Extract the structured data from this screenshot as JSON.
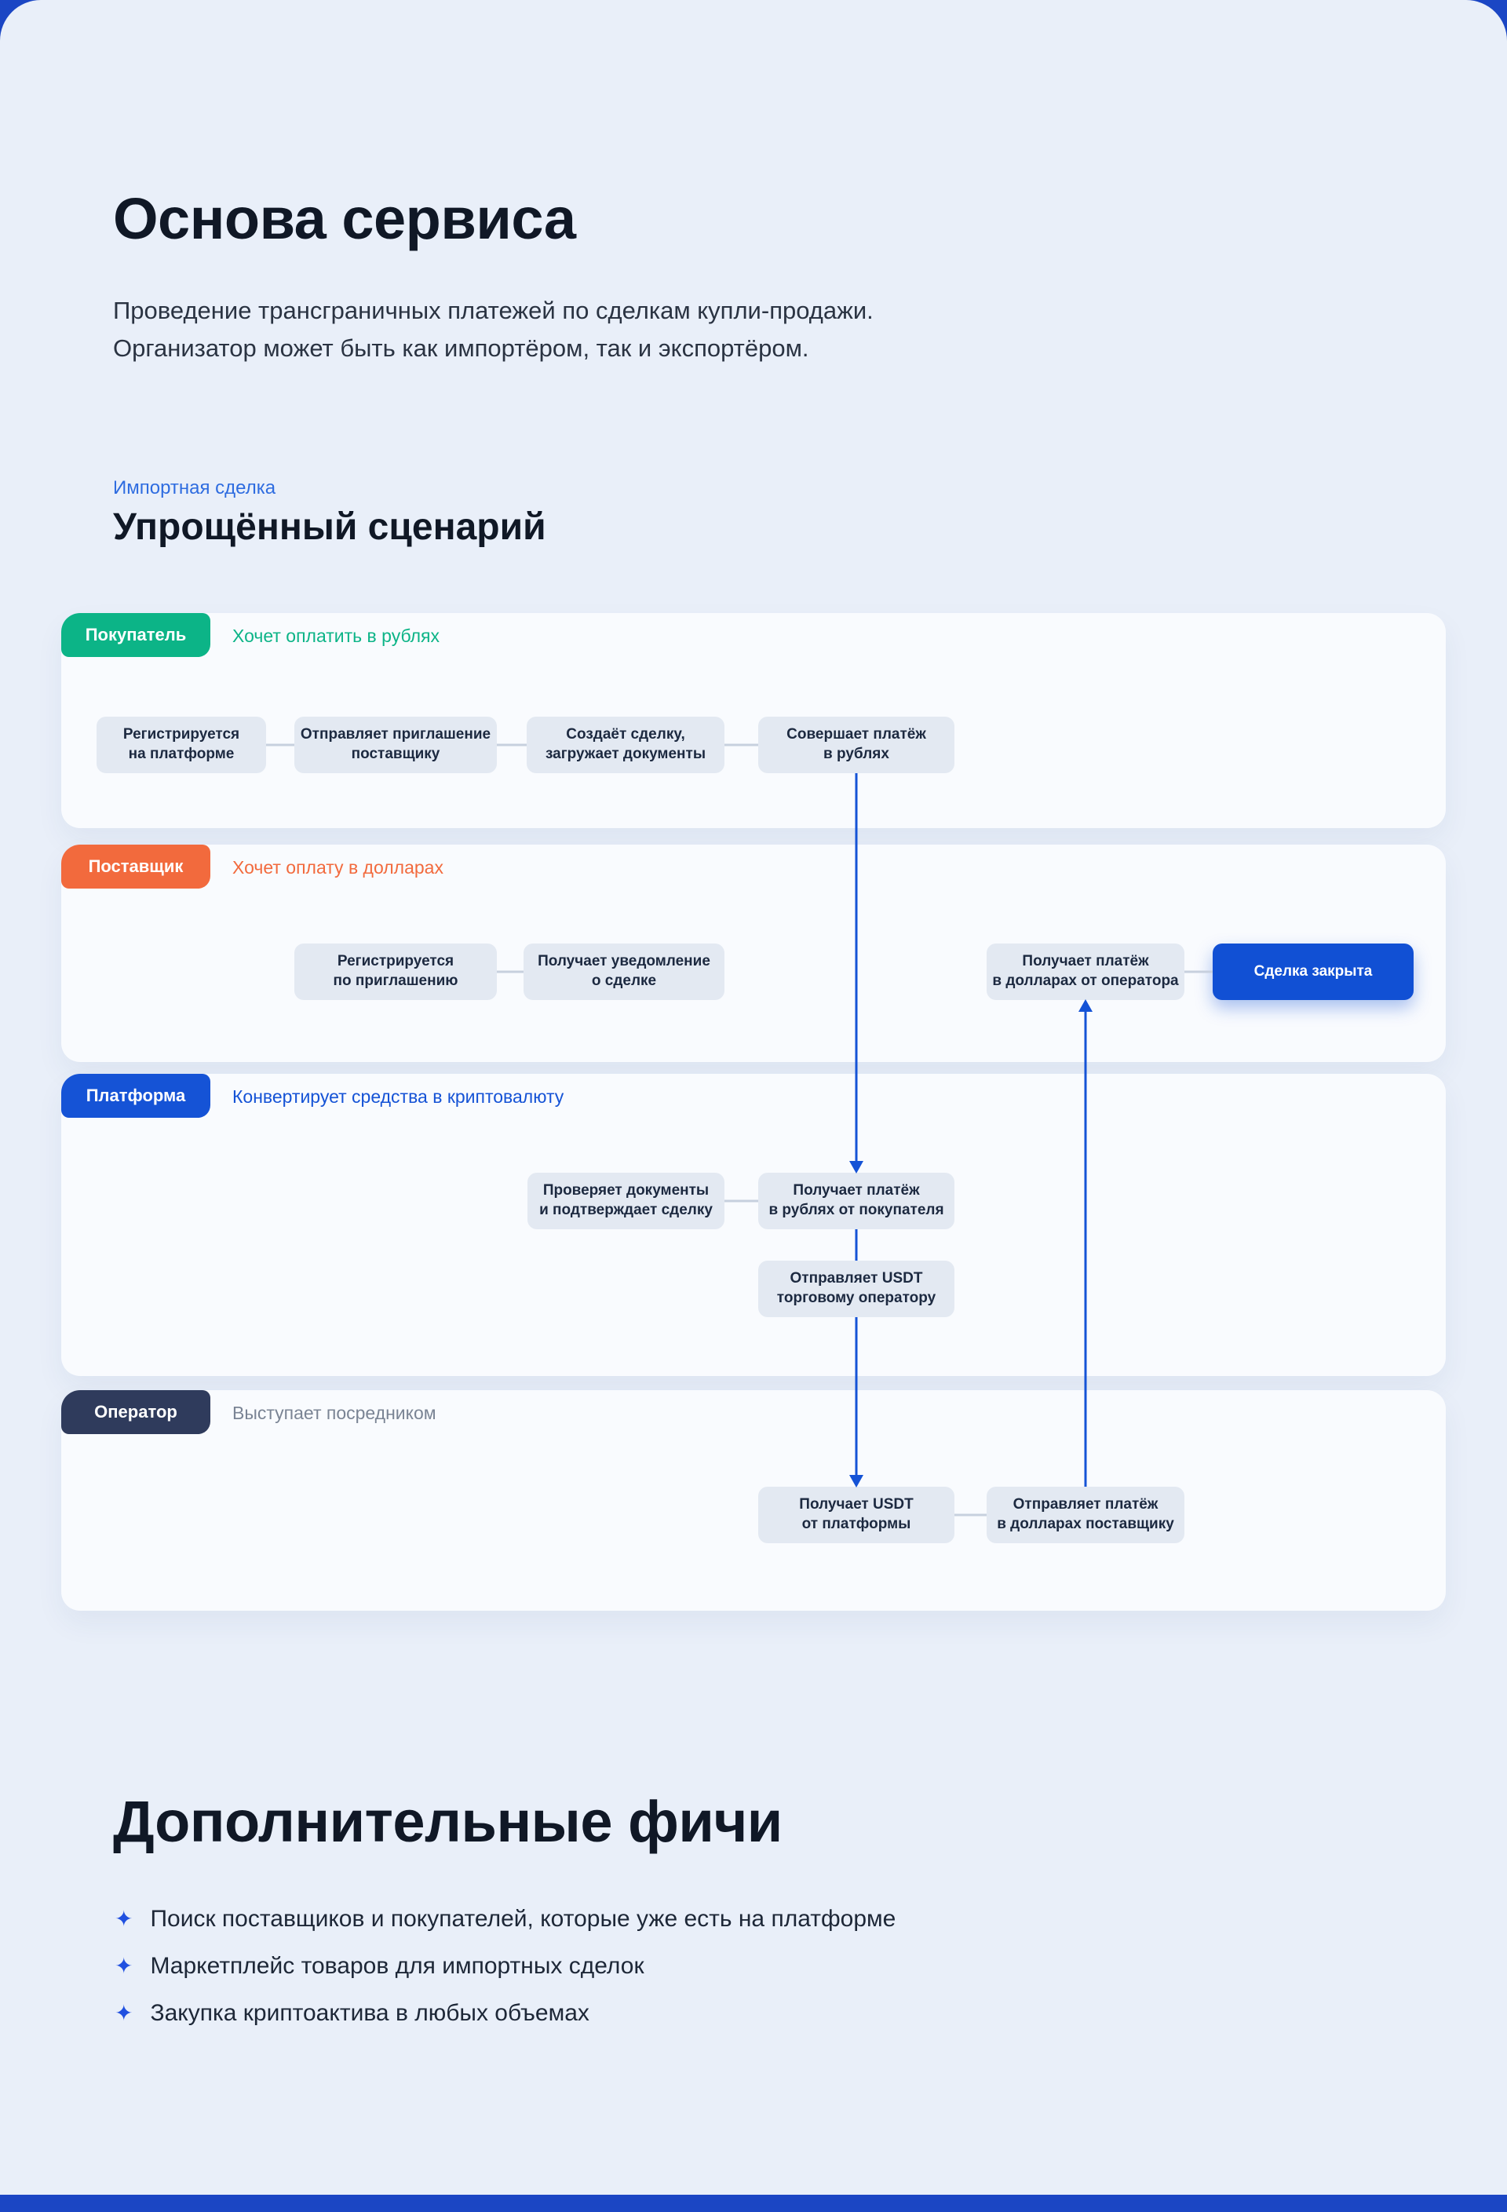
{
  "page": {
    "outer_bg_color": "#1b46c4",
    "card_bg_color": "#e9eff9"
  },
  "header": {
    "title": "Основа сервиса",
    "description": "Проведение трансграничных платежей по сделкам купли-продажи.\nОрганизатор может быть как импортёром, так и экспортёром."
  },
  "scenario": {
    "eyebrow": "Импортная сделка",
    "heading": "Упрощённый сценарий"
  },
  "diagram": {
    "arrow_color": "#1553d6",
    "connector_color": "#c7d0de",
    "lanes": [
      {
        "badge": "Покупатель",
        "badge_color": "#0cb487",
        "note": "Хочет оплатить в рублях",
        "note_color": "#0cb487",
        "boxes": [
          {
            "label": "Регистрируется\nна платформе"
          },
          {
            "label": "Отправляет приглашение\nпоставщику"
          },
          {
            "label": "Создаёт сделку,\nзагружает документы"
          },
          {
            "label": "Совершает платёж\nв рублях"
          }
        ]
      },
      {
        "badge": "Поставщик",
        "badge_color": "#f26a3d",
        "note": "Хочет оплату в долларах",
        "note_color": "#f26a3d",
        "boxes": [
          {
            "label": "Регистрируется\nпо приглашению"
          },
          {
            "label": "Получает уведомление\nо сделке"
          },
          {
            "label": "Получает платёж\nв долларах от оператора"
          },
          {
            "label": "Сделка закрыта",
            "highlight_color": "#1150d4"
          }
        ]
      },
      {
        "badge": "Платформа",
        "badge_color": "#1553d6",
        "note": "Конвертирует средства в криптовалюту",
        "note_color": "#1553d6",
        "boxes": [
          {
            "label": "Проверяет документы\nи подтверждает сделку"
          },
          {
            "label": "Получает платёж\nв рублях от покупателя"
          },
          {
            "label": "Отправляет USDT\nторговому оператору"
          }
        ]
      },
      {
        "badge": "Оператор",
        "badge_color": "#2f3b5c",
        "note": "Выступает посредником",
        "note_color": "#7a8494",
        "boxes": [
          {
            "label": "Получает USDT\nот платформы"
          },
          {
            "label": "Отправляет платёж\nв долларах поставщику"
          }
        ]
      }
    ]
  },
  "features": {
    "title": "Дополнительные фичи",
    "bullet_glyph": "✦",
    "bullet_color": "#2050e0",
    "items": [
      {
        "text": "Поиск поставщиков и покупателей, которые уже есть на платформе"
      },
      {
        "text": "Маркетплейс товаров для импортных сделок"
      },
      {
        "text": "Закупка криптоактива в любых объемах"
      }
    ]
  }
}
